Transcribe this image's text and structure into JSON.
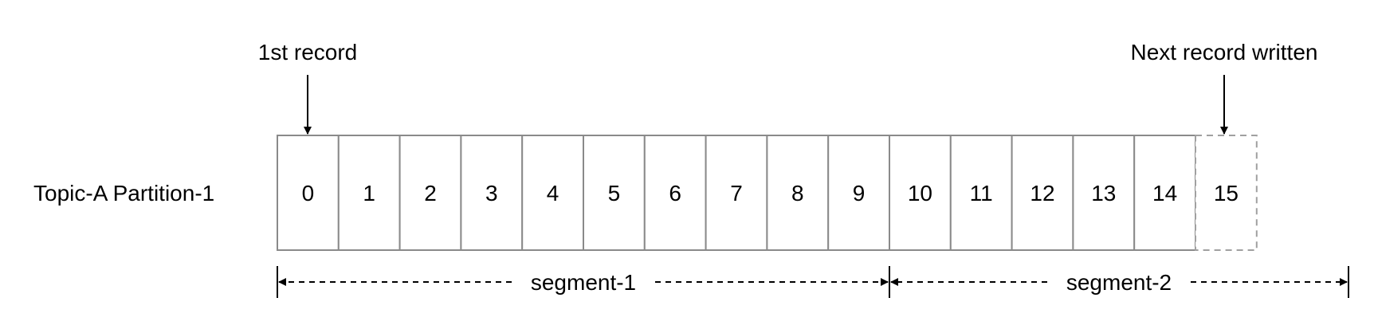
{
  "row_label": "Topic-A Partition-1",
  "first_record_label": "1st record",
  "next_record_label": "Next record written",
  "offsets": [
    "0",
    "1",
    "2",
    "3",
    "4",
    "5",
    "6",
    "7",
    "8",
    "9",
    "10",
    "11",
    "12",
    "13",
    "14",
    "15"
  ],
  "next_offset_index": 15,
  "segments": [
    {
      "label": "segment-1",
      "start_index": 0,
      "end_index": 10
    },
    {
      "label": "segment-2",
      "start_index": 10,
      "end_index": 17.5
    }
  ],
  "colors": {
    "cell_border": "#8a8a8a",
    "next_border": "#a0a0a0",
    "text": "#000000"
  }
}
